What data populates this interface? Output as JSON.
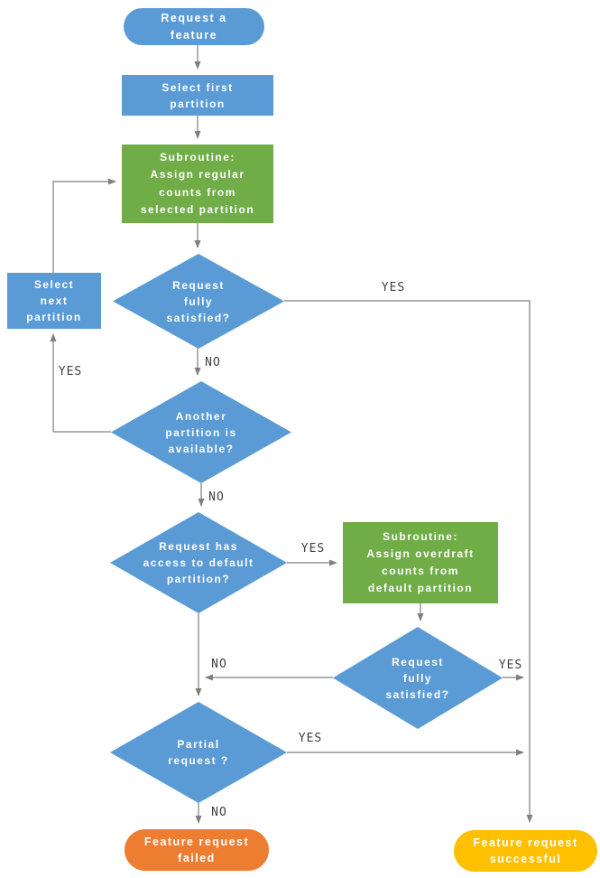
{
  "diagram": {
    "nodes": {
      "start": {
        "label": "Request a\nfeature",
        "type": "terminator"
      },
      "select_first": {
        "label": "Select first\npartition",
        "type": "process"
      },
      "sub_regular": {
        "label": "Subroutine:\nAssign regular\ncounts from\nselected partition",
        "type": "subroutine"
      },
      "d_satisfied1": {
        "label": "Request\nfully\nsatisfied?",
        "type": "decision"
      },
      "select_next": {
        "label": "Select\nnext\npartition",
        "type": "process"
      },
      "d_another": {
        "label": "Another\npartition is\navailable?",
        "type": "decision"
      },
      "d_default": {
        "label": "Request has\naccess to default\npartition?",
        "type": "decision"
      },
      "sub_overdraft": {
        "label": "Subroutine:\nAssign overdraft\ncounts from\ndefault partition",
        "type": "subroutine"
      },
      "d_satisfied2": {
        "label": "Request\nfully\nsatisfied?",
        "type": "decision"
      },
      "d_partial": {
        "label": "Partial\nrequest ?",
        "type": "decision"
      },
      "failed": {
        "label": "Feature request\nfailed",
        "type": "terminator"
      },
      "successful": {
        "label": "Feature request\nsuccessful",
        "type": "terminator"
      }
    },
    "labels": {
      "d1_yes": "YES",
      "d1_no": "NO",
      "d2_yes": "YES",
      "d2_no": "NO",
      "d3_yes": "YES",
      "d4_yes": "YES",
      "d4_no": "NO",
      "d5_yes": "YES",
      "d5_no": "NO"
    },
    "colors": {
      "shape_blue": "#5B9BD5",
      "subroutine_green": "#70AD47",
      "failed_orange": "#ED7D31",
      "success_yellow": "#FFC000",
      "connector_gray": "#7F7F7F",
      "label_text": "#404040"
    }
  }
}
